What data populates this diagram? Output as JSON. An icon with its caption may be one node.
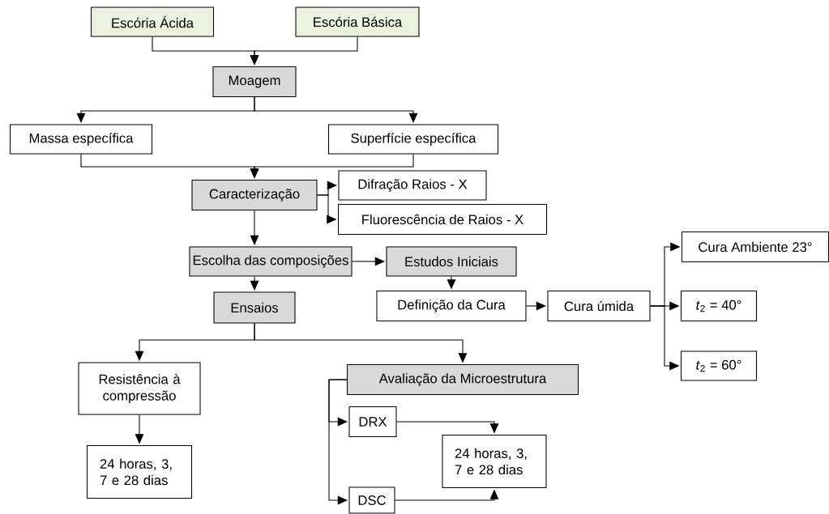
{
  "diagram": {
    "nodes": [
      {
        "text": [
          "Escória Ácida"
        ]
      },
      {
        "text": [
          "Escória Básica"
        ]
      },
      {
        "text": [
          "Moagem"
        ]
      },
      {
        "text": [
          "Massa específica"
        ]
      },
      {
        "text": [
          "Superfície específica"
        ]
      },
      {
        "text": [
          "Caracterização"
        ]
      },
      {
        "text": [
          "Difração Raios - X"
        ]
      },
      {
        "text": [
          "Fluorescência de Raios - X"
        ]
      },
      {
        "text": [
          "Escolha das composições"
        ]
      },
      {
        "text": [
          "Estudos Iniciais"
        ]
      },
      {
        "text": [
          "Definição da Cura"
        ]
      },
      {
        "text": [
          "Cura úmida"
        ]
      },
      {
        "text": [
          "Cura Ambiente 23°"
        ]
      },
      {
        "text": [
          "*t*$_{2}$ = 40°"
        ]
      },
      {
        "text": [
          "*t*$_{2}$ = 60°"
        ]
      },
      {
        "text": [
          "Ensaios"
        ]
      },
      {
        "text": [
          "Resistência à compressão"
        ]
      },
      {
        "text": [
          "Avaliação da Microestrutura"
        ]
      },
      {
        "text": [
          "24 horas, 3, 7 e 28 dias"
        ]
      },
      {
        "text": [
          "DRX"
        ]
      },
      {
        "text": [
          "24 horas, 3, 7 e 28 dias"
        ]
      },
      {
        "text": [
          "DSC"
        ]
      }
    ],
    "edges": [
      {
        "from": 0,
        "to": 2,
        "arrow": "to"
      },
      {
        "from": 1,
        "to": 2,
        "arrow": "to"
      },
      {
        "from": 2,
        "to": 3,
        "arrow": "to"
      },
      {
        "from": 2,
        "to": 4,
        "arrow": "to"
      },
      {
        "from": 3,
        "to": 5,
        "arrow": "to"
      },
      {
        "from": 4,
        "to": 5,
        "arrow": "to"
      },
      {
        "from": 5,
        "to": 6,
        "arrow": "to"
      },
      {
        "from": 5,
        "to": 7,
        "arrow": "to"
      },
      {
        "from": 5,
        "to": 8,
        "arrow": "to"
      },
      {
        "from": 8,
        "to": 9,
        "arrow": "to"
      },
      {
        "from": 9,
        "to": 10,
        "arrow": "to"
      },
      {
        "from": 10,
        "to": 11,
        "arrow": "to"
      },
      {
        "from": 11,
        "to": 12,
        "arrow": "to"
      },
      {
        "from": 11,
        "to": 13,
        "arrow": "to"
      },
      {
        "from": 11,
        "to": 14,
        "arrow": "to"
      },
      {
        "from": 8,
        "to": 15,
        "arrow": "to"
      },
      {
        "from": 15,
        "to": 16,
        "arrow": "to"
      },
      {
        "from": 15,
        "to": 17,
        "arrow": "to"
      },
      {
        "from": 16,
        "to": 18,
        "arrow": "to"
      },
      {
        "from": 17,
        "to": 19,
        "arrow": "to"
      },
      {
        "from": 17,
        "to": 21,
        "arrow": "to"
      },
      {
        "from": 19,
        "to": 20,
        "arrow": "to"
      },
      {
        "from": 21,
        "to": 20,
        "arrow": "to"
      }
    ]
  }
}
